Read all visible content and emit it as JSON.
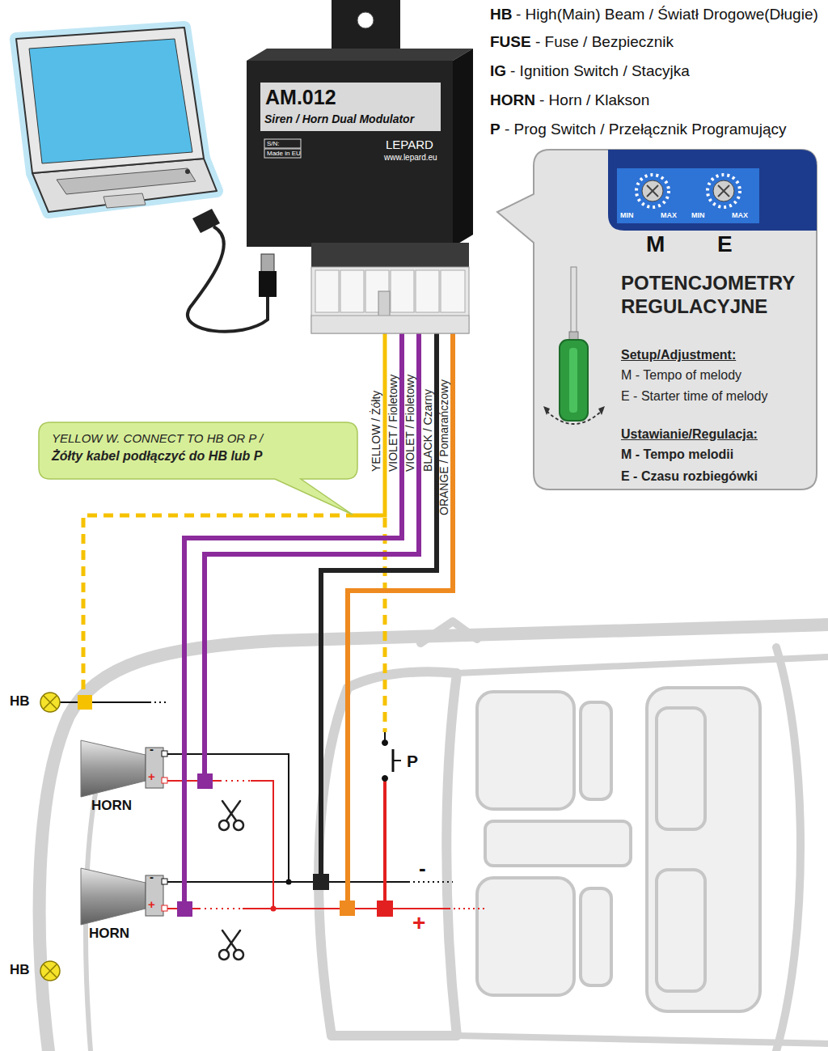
{
  "diagram": {
    "nodes": [
      {
        "text": [
          "AM.012",
          "Siren / Horn Dual Modulator",
          "S/N:",
          "Made in EU",
          "LEPARD",
          "www.lepard.eu"
        ]
      },
      {
        "text": [
          "MIN",
          "MAX",
          "MIN",
          "MAX",
          "M",
          "E",
          "POTENCJOMETRY REGULACYJNE",
          "Setup/Adjustment:",
          "M - Tempo of melody",
          "E - Starter time of melody",
          "Ustawianie/Regulacja:",
          "M - Tempo melodii",
          "E - Czasu rozbiegówki"
        ]
      },
      {
        "text": [
          "YELLOW W. CONNECT TO HB OR P /",
          "Żółty kabel podłączyć do HB lub P"
        ]
      }
    ],
    "labels": [
      "HB",
      "- High(Main) Beam / Światł Drogowe(Długie)",
      "FUSE",
      "- Fuse / Bezpiecznik",
      "IG",
      "- Ignition Switch / Stacyjka",
      "HORN",
      "- Horn / Klakson",
      "P",
      "- Prog Switch / Przełącznik Programujący",
      "YELLOW / Żółty",
      "VIOLET / Fioletowy",
      "VIOLET / Fioletowy",
      "BLACK / Czarny",
      "ORANGE / Pomarańczowy",
      "HB",
      "-",
      "+",
      "HORN",
      "P",
      "-",
      "-",
      "+",
      "+",
      "HORN",
      "HB"
    ]
  }
}
